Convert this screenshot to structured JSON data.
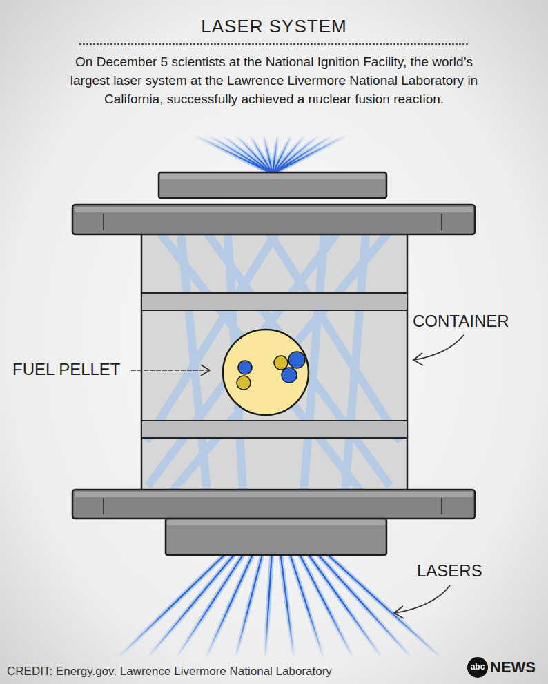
{
  "diagram": {
    "title": "LASER SYSTEM",
    "caption": "On December 5 scientists at the National Ignition Facility, the world’s largest laser system at the Lawrence Livermore National Laboratory in California, successfully achieved a nuclear fusion reaction.",
    "labels": [
      "FUEL PELLET",
      "CONTAINER",
      "LASERS",
      "CREDIT: Energy.gov, Lawrence Livermore National Laboratory",
      "abc",
      "NEWS"
    ]
  }
}
